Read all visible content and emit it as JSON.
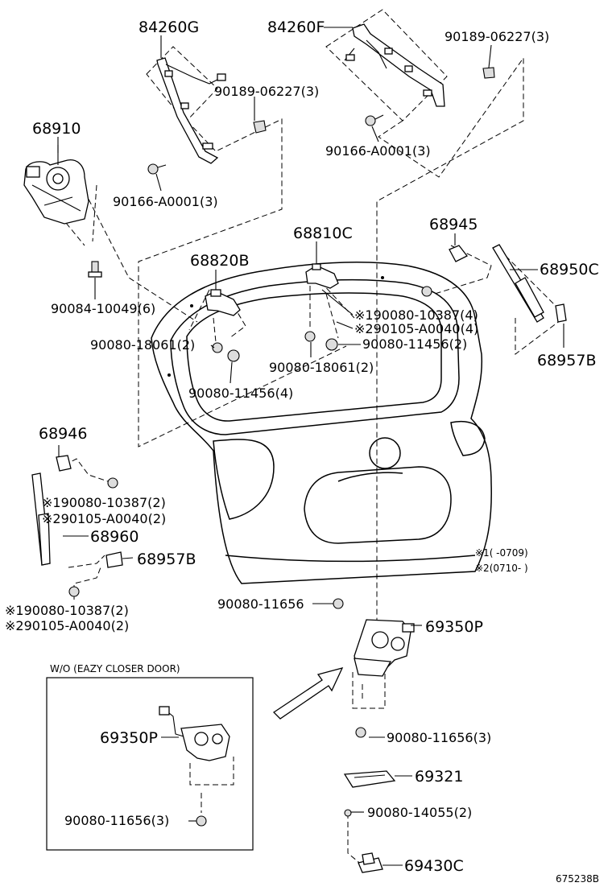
{
  "labels": {
    "p84260G": "84260G",
    "p84260F": "84260F",
    "p90189_a": "90189-06227(3)",
    "p90189_b": "90189-06227(3)",
    "p90166_a": "90166-A0001(3)",
    "p90166_b": "90166-A0001(3)",
    "p68910": "68910",
    "p90084": "90084-10049(6)",
    "p68820B": "68820B",
    "p68810C": "68810C",
    "p68945": "68945",
    "p68950C": "68950C",
    "p68957B_r": "68957B",
    "p90080_10387_r": "※190080-10387(4)",
    "p90105_r": "※290105-A0040(4)",
    "p90080_11456_r": "90080-11456(2)",
    "p90080_18061_l": "90080-18061(2)",
    "p90080_18061_c": "90080-18061(2)",
    "p90080_11456_l": "90080-11456(4)",
    "p68946": "68946",
    "p90080_10387_l": "※190080-10387(2)",
    "p90105_l": "※290105-A0040(2)",
    "p68960": "68960",
    "p68957B_l": "68957B",
    "p90080_10387_b": "※190080-10387(2)",
    "p90105_b": "※290105-A0040(2)",
    "p90080_11656": "90080-11656",
    "p69350P": "69350P",
    "note1": "※1(        -0709)",
    "note2": "※2(0710-        )",
    "inset_title": "W/O (EAZY CLOSER DOOR)",
    "p69350P_inset": "69350P",
    "p90080_11656_inset": "90080-11656(3)",
    "p90080_11656_3": "90080-11656(3)",
    "p69321": "69321",
    "p90080_14055": "90080-14055(2)",
    "p69430C": "69430C",
    "diagram_id": "675238B"
  }
}
